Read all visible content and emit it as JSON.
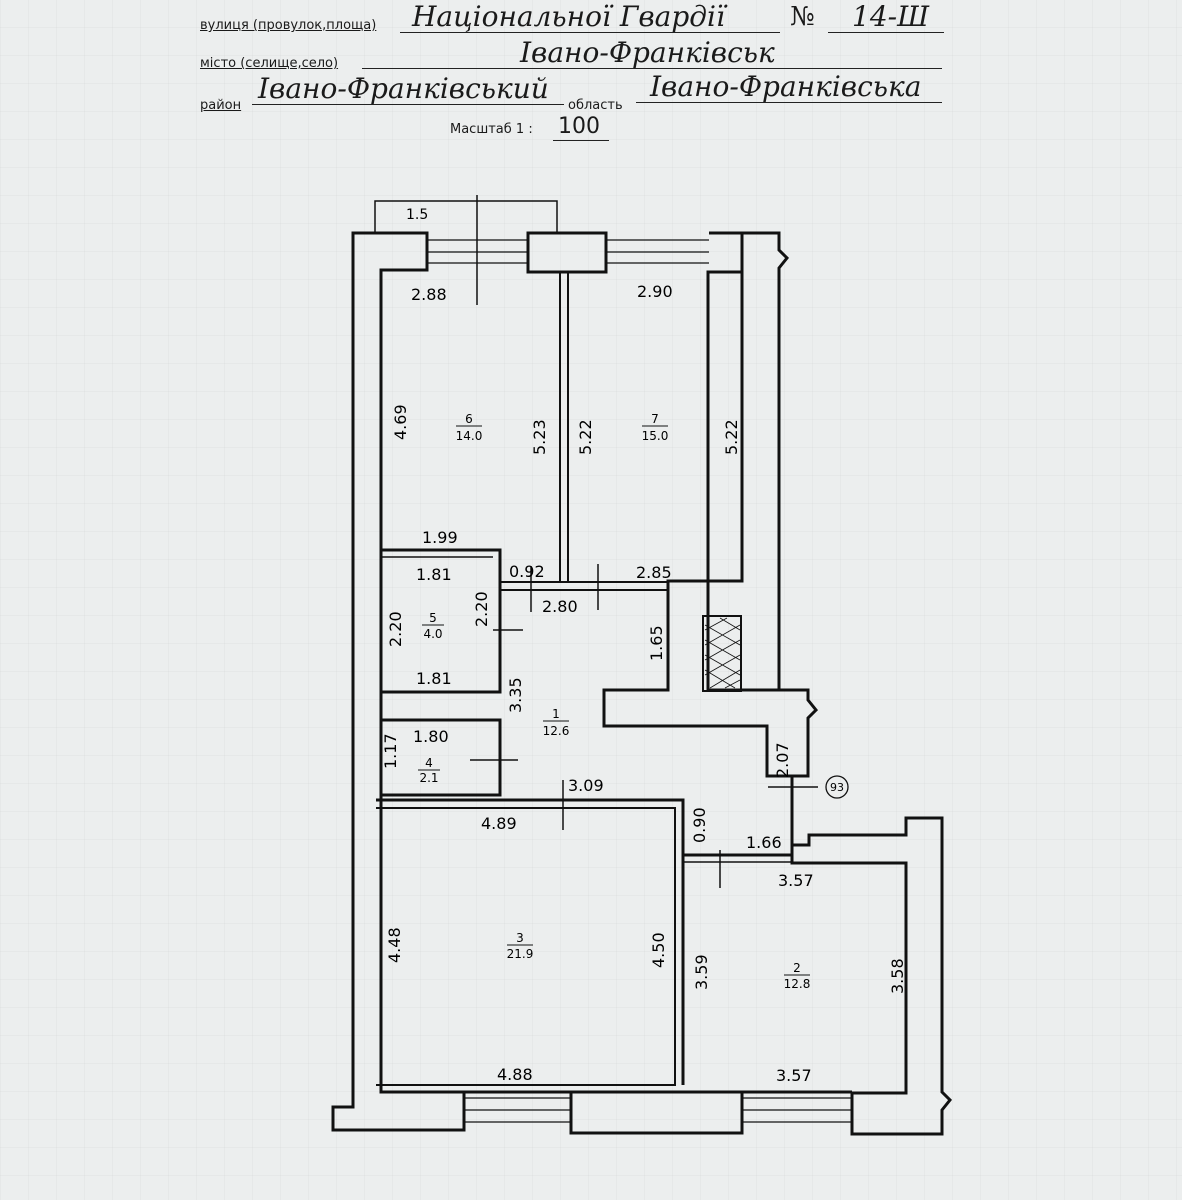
{
  "header": {
    "street_label": "вулиця (провулок,площа)",
    "street_value": "Національної Гвардії",
    "number_label": "№",
    "number_value": "14-Ш",
    "city_label": "місто (селище,село)",
    "city_value": "Івано-Франківськ",
    "district_label": "район",
    "district_value": "Івано-Франківський",
    "region_label": "область",
    "region_value": "Івано-Франківська",
    "scale_label": "Масштаб 1 :",
    "scale_value": "100"
  },
  "plan": {
    "balcony_dim": "1.5",
    "marker": "93",
    "rooms": [
      {
        "number": "6",
        "area": "14.0"
      },
      {
        "number": "7",
        "area": "15.0"
      },
      {
        "number": "5",
        "area": "4.0"
      },
      {
        "number": "1",
        "area": "12.6"
      },
      {
        "number": "4",
        "area": "2.1"
      },
      {
        "number": "3",
        "area": "21.9"
      },
      {
        "number": "2",
        "area": "12.8"
      }
    ],
    "dims": {
      "r6_top": "2.88",
      "r7_top": "2.90",
      "r6_left": "4.69",
      "r6_right": "5.23",
      "r7_left": "5.22",
      "r7_right": "5.22",
      "r5_topwall": "1.99",
      "r5_top": "1.81",
      "door_092": "0.92",
      "r7_bottom": "2.85",
      "r5_left": "2.20",
      "r5_right": "2.20",
      "hall_top": "2.80",
      "hall_right": "1.65",
      "r5_bottom": "1.81",
      "hall_left": "3.35",
      "r4_top": "1.80",
      "r4_left": "1.17",
      "corr_right": "2.07",
      "hall_bottom": "3.09",
      "r3_top": "4.89",
      "corr_090": "0.90",
      "corr_166": "1.66",
      "r2_top": "3.57",
      "r3_left": "4.48",
      "r3_right": "4.50",
      "r2_left": "3.59",
      "r2_right": "3.58",
      "r3_bottom": "4.88",
      "r2_bottom": "3.57"
    }
  }
}
